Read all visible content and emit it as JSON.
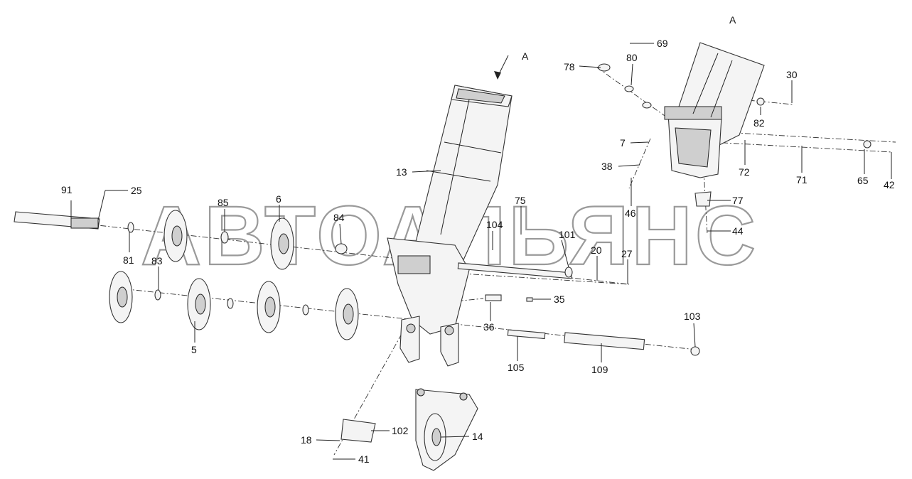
{
  "view_label_main": "A",
  "view_label_detail": "A",
  "watermark": "АВТОАЛЬЯНС",
  "callouts": {
    "c69": "69",
    "c78": "78",
    "c80": "80",
    "c30": "30",
    "c82": "82",
    "c7": "7",
    "c38": "38",
    "c72": "72",
    "c71": "71",
    "c65": "65",
    "c42": "42",
    "c46": "46",
    "c77": "77",
    "c44": "44",
    "c13": "13",
    "c91": "91",
    "c25": "25",
    "c85": "85",
    "c6": "6",
    "c84": "84",
    "c75": "75",
    "c104": "104",
    "c101": "101",
    "c20": "20",
    "c27": "27",
    "c81": "81",
    "c83": "83",
    "c35": "35",
    "c36": "36",
    "c5": "5",
    "c103": "103",
    "c105": "105",
    "c109": "109",
    "c102": "102",
    "c14": "14",
    "c18": "18",
    "c41": "41"
  }
}
